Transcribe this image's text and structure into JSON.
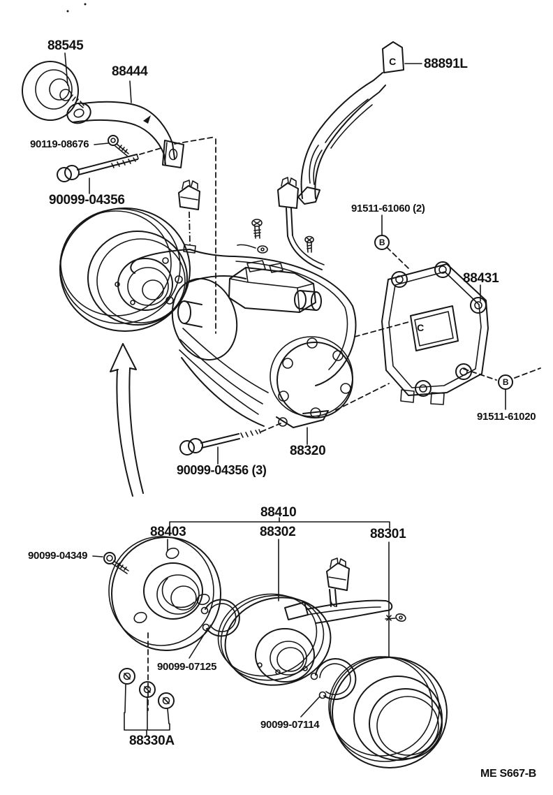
{
  "diagram": {
    "kind": "exploded-parts-diagram",
    "colors": {
      "line": "#161616",
      "background": "#ffffff"
    }
  },
  "part_labels": [
    {
      "id": "88545",
      "text": "88545"
    },
    {
      "id": "88444",
      "text": "88444"
    },
    {
      "id": "90119-08676",
      "text": "90119-08676"
    },
    {
      "id": "90099-04356",
      "text": "90099-04356"
    },
    {
      "id": "88891L",
      "text": "88891L"
    },
    {
      "id": "91511-61060-2",
      "text": "91511-61060 (2)"
    },
    {
      "id": "88431",
      "text": "88431"
    },
    {
      "id": "91511-61020",
      "text": "91511-61020"
    },
    {
      "id": "88320",
      "text": "88320"
    },
    {
      "id": "90099-04356-3",
      "text": "90099-04356 (3)"
    },
    {
      "id": "88410",
      "text": "88410"
    },
    {
      "id": "88403",
      "text": "88403"
    },
    {
      "id": "88302",
      "text": "88302"
    },
    {
      "id": "88301",
      "text": "88301"
    },
    {
      "id": "90099-04349",
      "text": "90099-04349"
    },
    {
      "id": "90099-07125",
      "text": "90099-07125"
    },
    {
      "id": "90099-07114",
      "text": "90099-07114"
    },
    {
      "id": "88330A",
      "text": "88330A"
    }
  ],
  "callout_marks": [
    {
      "id": "bolt-mark-upper",
      "text": "B"
    },
    {
      "id": "bolt-mark-lower",
      "text": "B"
    },
    {
      "id": "stamp-bracket-end",
      "text": "C"
    },
    {
      "id": "stamp-bracket-face",
      "text": "C"
    }
  ],
  "footer": {
    "plate_code": "ME S667-B"
  }
}
